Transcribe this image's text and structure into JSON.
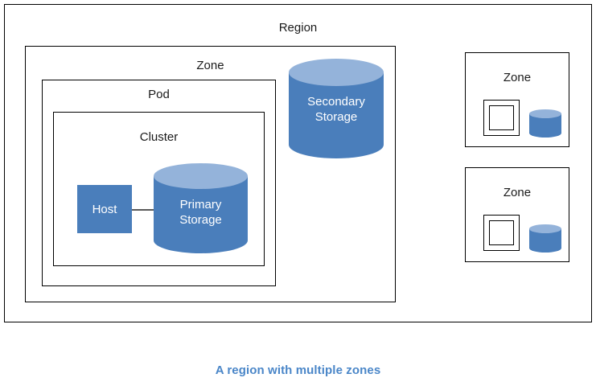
{
  "caption": "A region with multiple zones",
  "caption_color": "#4a86c8",
  "palette": {
    "shape_fill": "#4a7ebb",
    "shape_top": "#94b3da",
    "border": "#000000",
    "connector": "#595959",
    "shape_text": "#ffffff",
    "label_text": "#1a1a1a",
    "background": "#ffffff"
  },
  "region": {
    "label": "Region",
    "zone_main": {
      "label": "Zone",
      "pod": {
        "label": "Pod",
        "cluster": {
          "label": "Cluster",
          "host": {
            "label": "Host"
          },
          "primary_storage": {
            "label_line1": "Primary",
            "label_line2": "Storage"
          }
        }
      },
      "secondary_storage": {
        "label_line1": "Secondary",
        "label_line2": "Storage"
      }
    },
    "zones_small": [
      {
        "label": "Zone"
      },
      {
        "label": "Zone"
      }
    ]
  }
}
